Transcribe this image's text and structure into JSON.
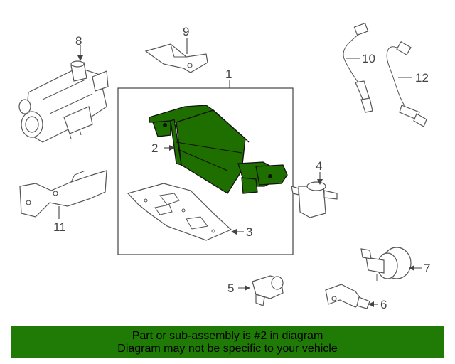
{
  "diagram": {
    "callouts": {
      "c1": "1",
      "c2": "2",
      "c3": "3",
      "c4": "4",
      "c5": "5",
      "c6": "6",
      "c7": "7",
      "c8": "8",
      "c9": "9",
      "c10": "10",
      "c11": "11",
      "c12": "12"
    },
    "highlighted_part": "2",
    "highlight_color": "#1e6e00"
  },
  "banner": {
    "line1": "Part or sub-assembly is #2 in diagram",
    "line2": "Diagram may not be specific to your vehicle",
    "background": "#1f7a06"
  }
}
